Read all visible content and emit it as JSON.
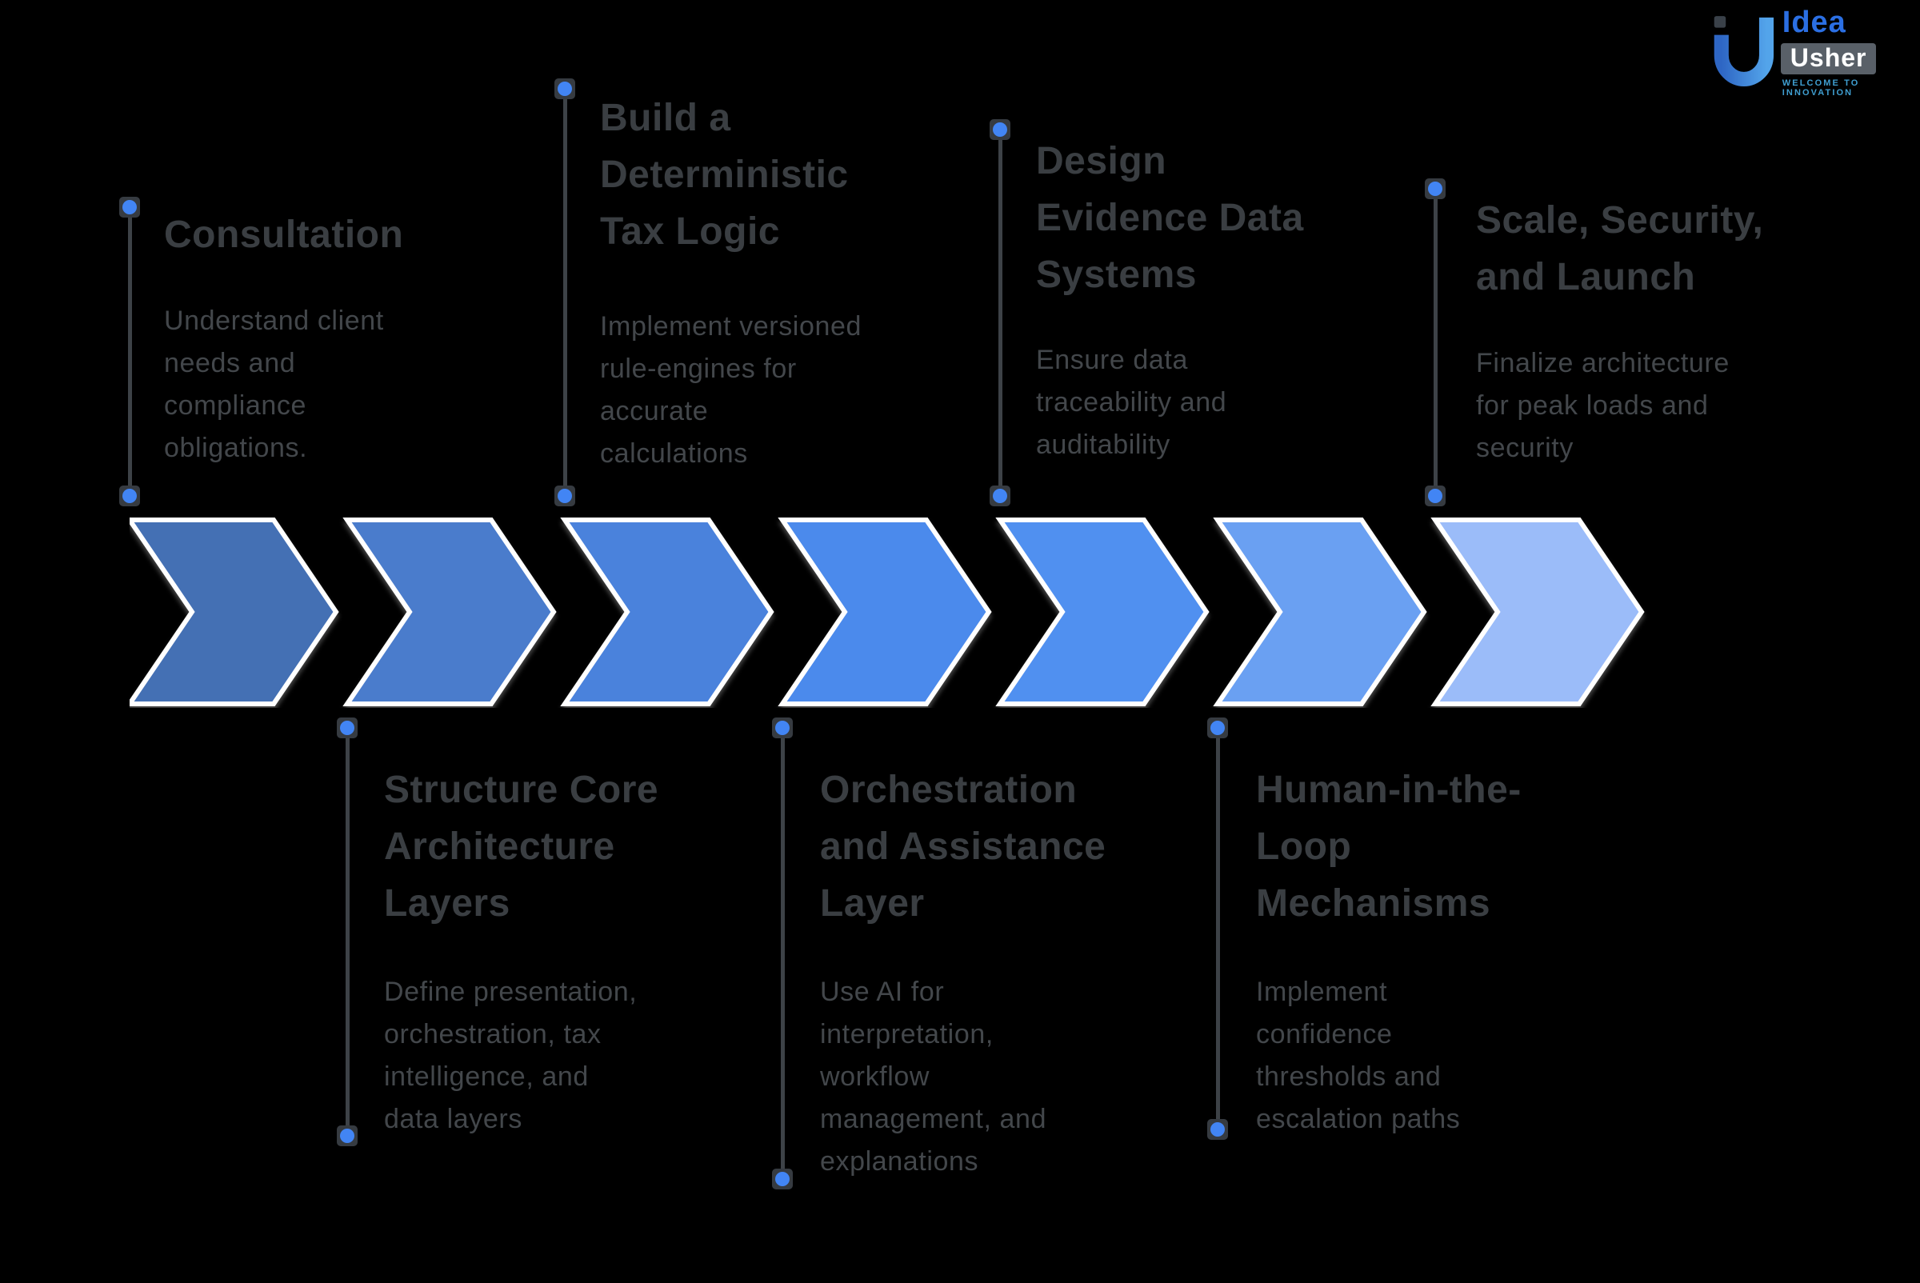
{
  "theme": {
    "bg": "#000000",
    "title": "#3a3e42",
    "body": "#43474b",
    "line": "#3d4247",
    "dot": "#4285f4",
    "dotbox": "#363b41",
    "chevron_stroke": "#ffffff",
    "logo_idea": "#2b6fe3",
    "logo_usher_bg": "#596068",
    "logo_usher": "#ffffff",
    "logo_tag": "#3f9ed0",
    "mark1": "#2e66c4",
    "mark2": "#53a4ea",
    "mark_dot": "#3a4149"
  },
  "logo": {
    "idea": "Idea",
    "usher": "Usher",
    "tagline": "Welcome To Innovation"
  },
  "steps": [
    {
      "title": "Consultation",
      "body": "Understand client\nneeds and\ncompliance\nobligations.",
      "color": "#4470b4",
      "position": "top"
    },
    {
      "title": "Structure Core\nArchitecture\nLayers",
      "body": "Define presentation,\norchestration, tax\nintelligence, and\ndata layers",
      "color": "#4a7ccc",
      "position": "bottom"
    },
    {
      "title": "Build a\nDeterministic\nTax Logic",
      "body": "Implement versioned\nrule-engines for\naccurate\ncalculations",
      "color": "#4a82dc",
      "position": "top"
    },
    {
      "title": "Orchestration\nand Assistance\nLayer",
      "body": "Use AI for\ninterpretation,\nworkflow\nmanagement, and\nexplanations",
      "color": "#4b8aec",
      "position": "bottom"
    },
    {
      "title": "Design\nEvidence Data\nSystems",
      "body": "Ensure data\ntraceability and\nauditability",
      "color": "#5090f0",
      "position": "top"
    },
    {
      "title": "Human-in-the-\nLoop\nMechanisms",
      "body": "Implement\nconfidence\nthresholds and\nescalation paths",
      "color": "#6aa0f2",
      "position": "bottom"
    },
    {
      "title": "Scale, Security,\nand Launch",
      "body": "Finalize architecture\nfor peak loads and\nsecurity",
      "color": "#9bbcf9",
      "position": "top"
    }
  ]
}
